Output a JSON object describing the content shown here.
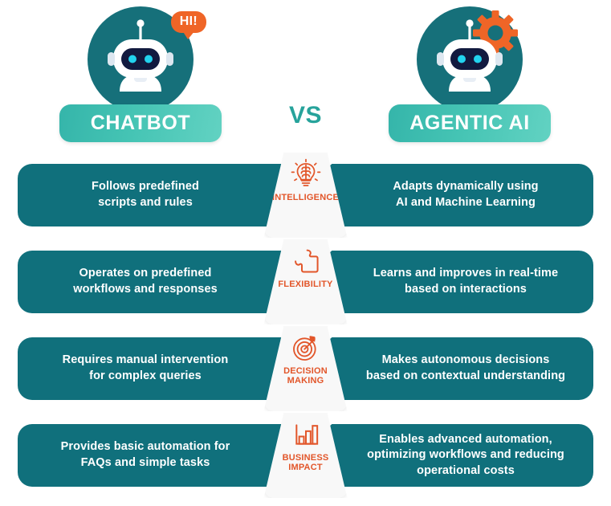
{
  "header": {
    "vs_label": "VS",
    "left": {
      "title": "CHATBOT",
      "avatar_name": "chatbot-robot-avatar",
      "bubble_text": "HI!",
      "circle_color": "#16707a",
      "accent_color": "#ef6527"
    },
    "right": {
      "title": "AGENTIC AI",
      "avatar_name": "agentic-ai-robot-avatar",
      "gear_icon": "gear-icon",
      "circle_color": "#16707a",
      "accent_color": "#ef6527"
    },
    "pill_gradient_from": "#35b5aa",
    "pill_gradient_to": "#62d2c2",
    "vs_color": "#27a39b"
  },
  "colors": {
    "bar_teal": "#10707c",
    "badge_bg": "#f8f8f8",
    "caption_orange": "#e2562a",
    "text_white": "#ffffff"
  },
  "rows": [
    {
      "category": "INTELLIGENCE",
      "category_lines": [
        "INTELLIGENCE"
      ],
      "icon": "lightbulb-brain-icon",
      "chatbot": "Follows predefined scripts and rules",
      "chatbot_lines": [
        "Follows predefined",
        "scripts and rules"
      ],
      "agentic": "Adapts dynamically using AI and Machine Learning",
      "agentic_lines": [
        "Adapts dynamically using",
        "AI and Machine Learning"
      ]
    },
    {
      "category": "FLEXIBILITY",
      "category_lines": [
        "FLEXIBILITY"
      ],
      "icon": "puzzle-piece-icon",
      "chatbot": "Operates on predefined workflows and responses",
      "chatbot_lines": [
        "Operates on predefined",
        "workflows and responses"
      ],
      "agentic": "Learns and improves in real-time based on interactions",
      "agentic_lines": [
        "Learns and improves in real-time",
        "based on interactions"
      ]
    },
    {
      "category": "DECISION MAKING",
      "category_lines": [
        "DECISION",
        "MAKING"
      ],
      "icon": "target-dartboard-icon",
      "chatbot": "Requires manual intervention for complex queries",
      "chatbot_lines": [
        "Requires manual intervention",
        "for complex queries"
      ],
      "agentic": "Makes autonomous decisions based on contextual understanding",
      "agentic_lines": [
        "Makes autonomous decisions",
        "based on contextual understanding"
      ]
    },
    {
      "category": "BUSINESS IMPACT",
      "category_lines": [
        "BUSINESS",
        "IMPACT"
      ],
      "icon": "bar-chart-icon",
      "chatbot": "Provides basic automation for FAQs and simple tasks",
      "chatbot_lines": [
        "Provides basic automation for",
        "FAQs and simple tasks"
      ],
      "agentic": "Enables advanced automation, optimizing workflows and reducing operational costs",
      "agentic_lines": [
        "Enables advanced automation,",
        "optimizing workflows and reducing",
        "operational costs"
      ]
    }
  ]
}
